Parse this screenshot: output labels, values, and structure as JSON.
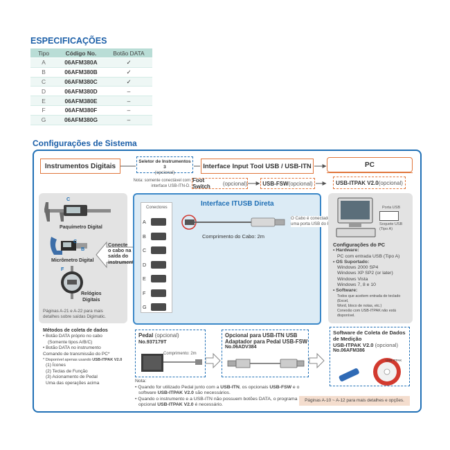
{
  "specs": {
    "title": "ESPECIFICAÇÕES",
    "headers": {
      "tipo": "Tipo",
      "codigo": "Código No.",
      "botao": "Botão DATA"
    },
    "rows": [
      {
        "tipo": "A",
        "codigo": "06AFM380A",
        "botao": "✓"
      },
      {
        "tipo": "B",
        "codigo": "06AFM380B",
        "botao": "✓"
      },
      {
        "tipo": "C",
        "codigo": "06AFM380C",
        "botao": "✓"
      },
      {
        "tipo": "D",
        "codigo": "06AFM380D",
        "botao": "–"
      },
      {
        "tipo": "E",
        "codigo": "06AFM380E",
        "botao": "–"
      },
      {
        "tipo": "F",
        "codigo": "06AFM380F",
        "botao": "–"
      },
      {
        "tipo": "G",
        "codigo": "06AFM380G",
        "botao": "–"
      }
    ]
  },
  "system": {
    "title": "Configurações de Sistema",
    "instrumentos": "Instrumentos Digitais",
    "seletor_line1": "Seletor de Instrumentos 3",
    "seletor_line2": "(opcional)",
    "interface_tool": "Interface Input Tool USB / USB-ITN",
    "pc": "PC",
    "nota_itn_line1": "Nota: somente conectável com",
    "nota_itn_line2": "interface USB-ITN-D.",
    "foot_switch_bold": "Foot Switch",
    "foot_switch_opt": " (opcional)",
    "usb_fsw_bold": "USB-FSW",
    "usb_fsw_opt": " (opcional)",
    "usb_itpak_bold": "USB-ITPAK V2.0",
    "usb_itpak_opt": " (opcional)",
    "paquimetro": "Paquímetro Digital",
    "micrometro": "Micrômetro Digital",
    "relogios_line1": "Relógios",
    "relogios_line2": "Digitais",
    "letter_c1": "C",
    "letter_c2": "C",
    "letter_b": "B",
    "letter_f": "F",
    "paginas_line1": "Páginas A-21 e A-22 para mais",
    "paginas_line2": "detalhes sobre saídas Digimatic.",
    "conecte_line1": "Conecte",
    "conecte_line2": "o cabo na",
    "conecte_line3": "saída do",
    "conecte_line4": "instrumento",
    "interface_direta": "Interface ITUSB Direta",
    "conectores": "Conectores",
    "connector_letters": [
      "A",
      "B",
      "C",
      "D",
      "E",
      "F",
      "G"
    ],
    "comprimento": "Comprimento do Cabo: 2m",
    "cabo_line1": "O Cabo é conectado a",
    "cabo_line2": "uma porta USB do PC",
    "porta_usb": "Porta USB",
    "soquete_line1": "Soquete USB",
    "soquete_line2": "(Tipo A)",
    "config_pc": {
      "title": "Configurações do PC",
      "hardware_label": "• Hardware:",
      "hardware_value": "PC com entrada USB (Tipo A)",
      "os_label": "• OS Suportado:",
      "os_values": [
        "Windows 2000 SP4",
        "Windows XP SP2 (or later)",
        "Windows Vista",
        "Windows 7, 8 e 10"
      ],
      "software_label": "• Software:",
      "software_values": [
        "Todos que aceitem entrada de teclado (Excel,",
        "Word, bloco de notas, etc.)",
        "Conexão com USB-ITPAK não está",
        "disponível."
      ]
    },
    "metodos": {
      "title": "Métodos de coleta de dados",
      "item1": "• Botão DATA próprio no cabo",
      "item1_sub": "(Somente tipos A/B/C)",
      "item2": "• Botão DATA no instrumento",
      "item3": "Comando de transmissão do PC*",
      "note_pre": "* Disponível apenas usando ",
      "note_bold": "USB-ITPAK V2.0",
      "list": [
        "(1) Ícones",
        "(2) Teclas de Função",
        "(3) Acionamento de Pedal",
        "Uma das operações acima"
      ]
    },
    "pedal": {
      "title": "Pedal",
      "opt": " (opcional)",
      "code": "No.937179T",
      "comprimento": "Comprimento: 2m"
    },
    "opcional_usb": {
      "line1": "Opcional para USB-ITN USB",
      "line2": "Adaptador para Pedal USB-FSW",
      "code": "No.06ADV384"
    },
    "software": {
      "line1": "Software de Coleta de Dados",
      "line2": "de Medição",
      "line3_bold": "USB-ITPAK V2.0",
      "line3_opt": " (opcional)",
      "code": "No.06AFM386",
      "cd_label": "USB-ITPAK"
    },
    "nota_bottom": {
      "label": "Nota:",
      "b1_pre": "• Quando for utilizado Pedal junto com a ",
      "b1_b1": "USB-ITN",
      "b1_mid": ", os opcionais ",
      "b1_b2": "USB-FSW",
      "b1_end": " e o",
      "b1_line2_pre": "software ",
      "b1_line2_b": "USB-ITPAK V2.0",
      "b1_line2_end": " são necessários.",
      "b2_line1": "• Quando o instrumento e a USB-ITN não possuem botões DATA, o programa",
      "b2_line2_pre": "opcional ",
      "b2_line2_b": "USB-ITPAK V2.0",
      "b2_line2_end": " é necessário."
    },
    "paginas_footer": "Páginas A-10 ~ A-12 para mais detalhes e opções."
  }
}
